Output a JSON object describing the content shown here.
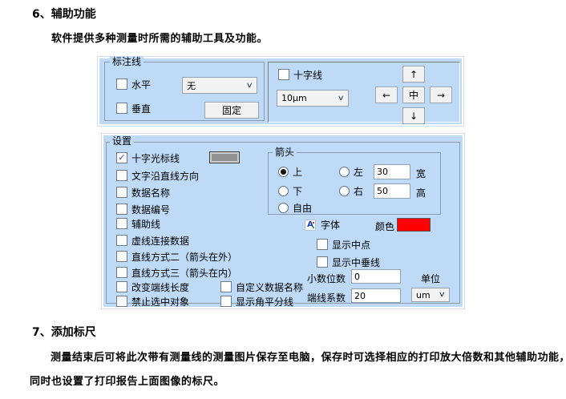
{
  "document": {
    "section6_title": "6、辅助功能",
    "section6_body": "软件提供多种测量时所需的辅助工具及功能。",
    "section7_title": "7、添加标尺",
    "section7_body_line1": "测量结束后可将此次带有测量线的测量图片保存至电脑，保存时可选择相应的打印放大倍数和其他辅助功能，",
    "section7_body_line2": "同时也设置了打印报告上面图像的标尺。"
  },
  "annotation_panel": {
    "group_label": "标注线",
    "horizontal_checkbox": "水平",
    "vertical_checkbox": "垂直",
    "line_style_selected": "无",
    "fixed_button": "固定"
  },
  "crosshair_panel": {
    "crosshair_checkbox": "十字线",
    "scale_selected": "10μm",
    "move_up": "↑",
    "move_left": "←",
    "move_center": "中",
    "move_right": "→",
    "move_down": "↓"
  },
  "settings_panel": {
    "group_label": "设置",
    "left_checkboxes": [
      {
        "label": "十字光标线",
        "checked": true
      },
      {
        "label": "文字沿直线方向",
        "checked": false
      },
      {
        "label": "数据名称",
        "checked": false
      },
      {
        "label": "数据编号",
        "checked": false
      },
      {
        "label": "辅助线",
        "checked": false
      },
      {
        "label": "虚线连接数据",
        "checked": false
      },
      {
        "label": "直线方式二（箭头在外）",
        "checked": false
      },
      {
        "label": "直线方式三（箭头在内）",
        "checked": false
      },
      {
        "label": "改变端线长度",
        "checked": false
      },
      {
        "label": "禁止选中对象",
        "checked": false
      }
    ],
    "mid_checkboxes": [
      {
        "label": "自定义数据名称",
        "checked": false
      },
      {
        "label": "显示角平分线",
        "checked": false
      }
    ],
    "cursor_color_swatch": "#919191",
    "arrow_group": {
      "group_label": "箭头",
      "radio_up": "上",
      "radio_left": "左",
      "radio_down": "下",
      "radio_right": "右",
      "radio_free": "自由",
      "selected": "上",
      "width_value": "30",
      "width_label": "宽",
      "height_value": "50",
      "height_label": "高"
    },
    "font_button_label": "字体",
    "color_label": "颜色",
    "color_value": "#FF0000",
    "show_midpoint_checkbox": "显示中点",
    "show_perpendicular_checkbox": "显示中垂线",
    "decimal_places_label": "小数位数",
    "decimal_places_value": "0",
    "unit_label": "单位",
    "unit_value": "um",
    "endline_factor_label": "端线系数",
    "endline_factor_value": "20"
  },
  "icons": {
    "check": "✓",
    "chevron_down": "∨",
    "font_a": "A"
  }
}
